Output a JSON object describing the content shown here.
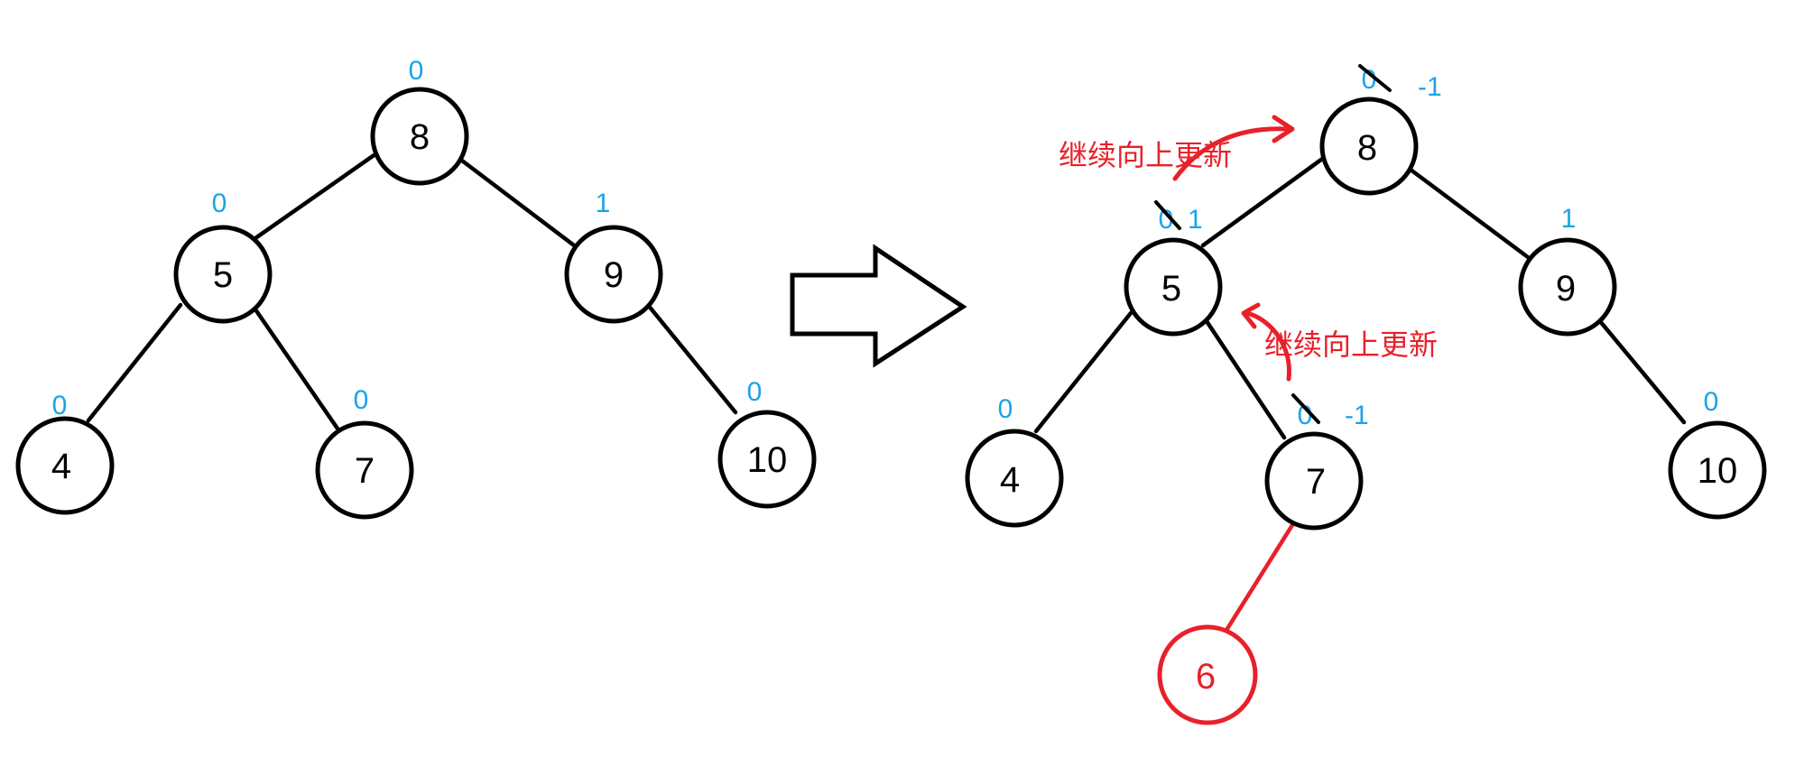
{
  "colors": {
    "node_stroke": "#000000",
    "balance_factor": "#1aa3e8",
    "highlight": "#e8202a"
  },
  "before_tree": {
    "nodes": {
      "n8": {
        "label": "8",
        "bf": "0"
      },
      "n5": {
        "label": "5",
        "bf": "0"
      },
      "n9": {
        "label": "9",
        "bf": "1"
      },
      "n4": {
        "label": "4",
        "bf": "0"
      },
      "n7": {
        "label": "7",
        "bf": "0"
      },
      "n10": {
        "label": "10",
        "bf": "0"
      }
    }
  },
  "after_tree": {
    "nodes": {
      "n8": {
        "label": "8",
        "bf_old": "0",
        "bf_new": "-1"
      },
      "n5": {
        "label": "5",
        "bf_old": "0",
        "bf_new": "1"
      },
      "n9": {
        "label": "9",
        "bf": "1"
      },
      "n4": {
        "label": "4",
        "bf": "0"
      },
      "n7": {
        "label": "7",
        "bf_old": "0",
        "bf_new": "-1"
      },
      "n10": {
        "label": "10",
        "bf": "0"
      },
      "n6": {
        "label": "6"
      }
    },
    "annotations": {
      "upper": "继续向上更新",
      "lower": "继续向上更新"
    }
  },
  "transition_arrow": {
    "icon": "right-arrow-icon"
  }
}
